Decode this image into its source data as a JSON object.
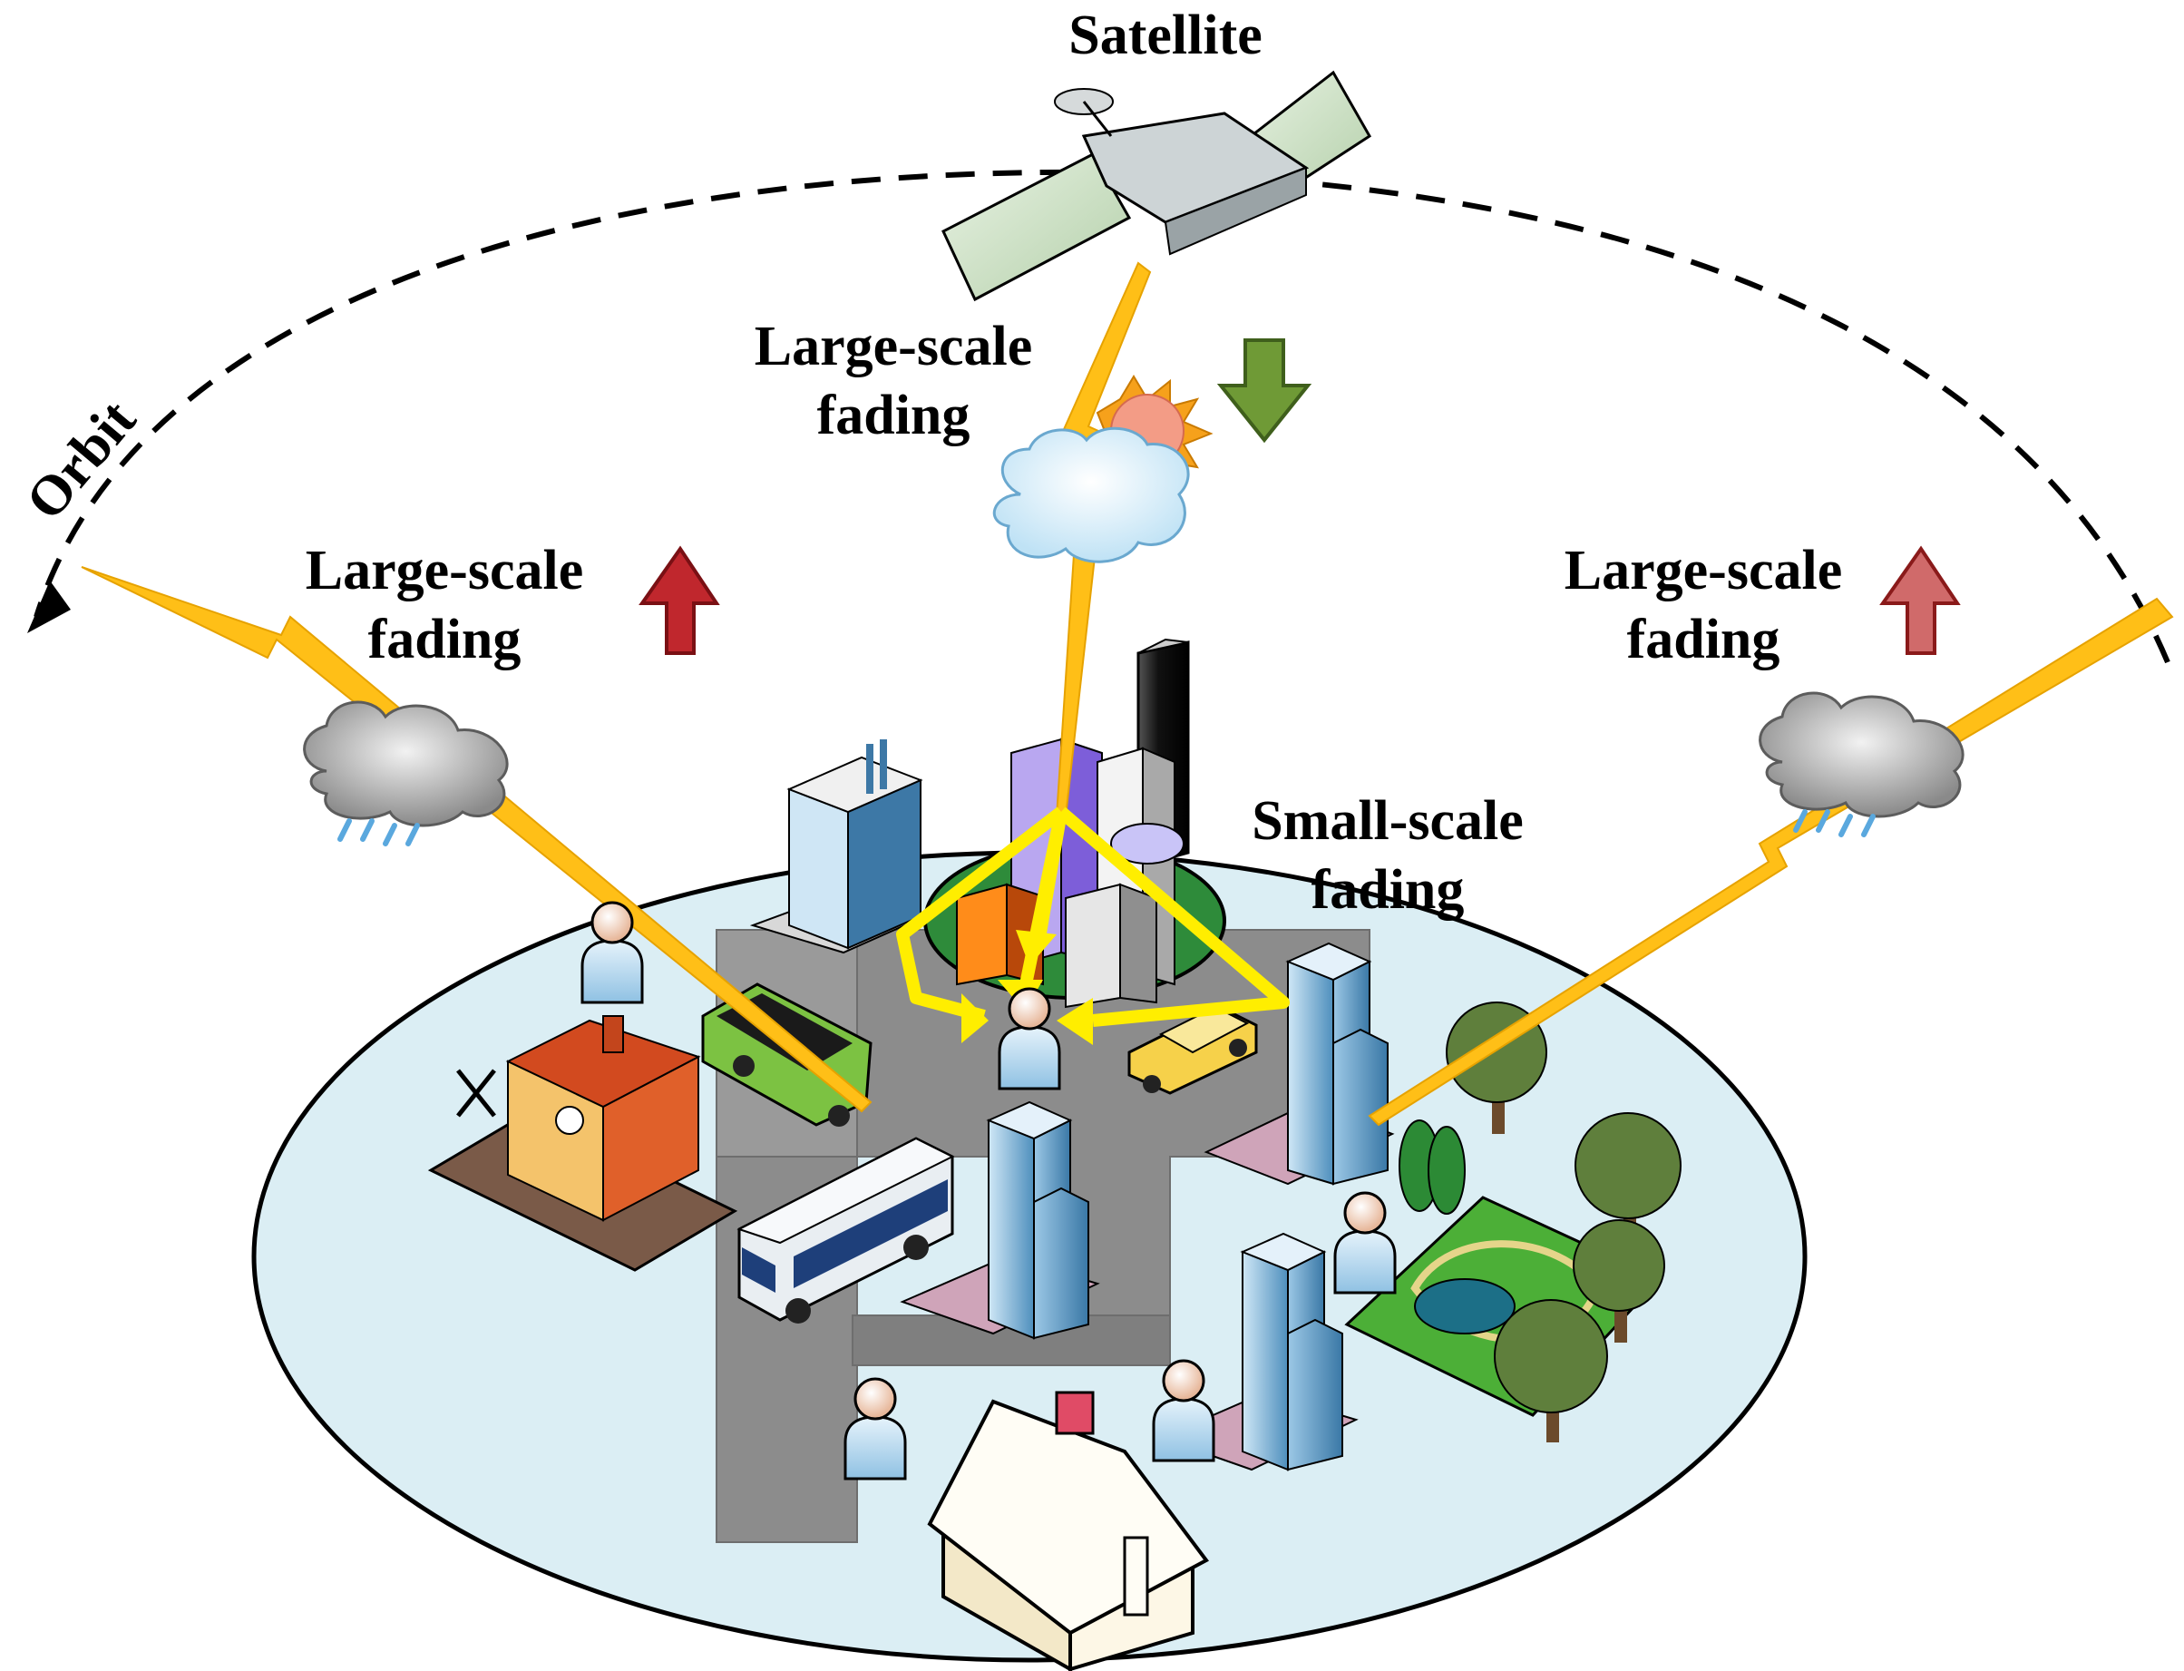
{
  "labels": {
    "satellite": "Satellite",
    "orbit": "Orbit",
    "large_scale_top": [
      "Large-scale",
      "fading"
    ],
    "large_scale_left": [
      "Large-scale",
      "fading"
    ],
    "large_scale_right": [
      "Large-scale",
      "fading"
    ],
    "small_scale": [
      "Small-scale",
      "fading"
    ]
  },
  "indicators": {
    "top": {
      "direction": "down",
      "color": "#6f9a36"
    },
    "left": {
      "direction": "up",
      "color": "#c0272d"
    },
    "right": {
      "direction": "up",
      "color": "#c0272d"
    }
  },
  "colors": {
    "ground": "#dbeef4",
    "beam": "#ffbf17",
    "multipath": "#ffee00",
    "road": "#8c8c8c",
    "grass": "#2e8b3a"
  },
  "icons": [
    "satellite-icon",
    "sun-cloud-icon",
    "rain-cloud-icon",
    "user-icon",
    "car-icon",
    "taxi-icon",
    "bus-icon",
    "train-station-icon",
    "skyscraper-icon",
    "house-icon",
    "tree-icon",
    "pond-icon"
  ]
}
